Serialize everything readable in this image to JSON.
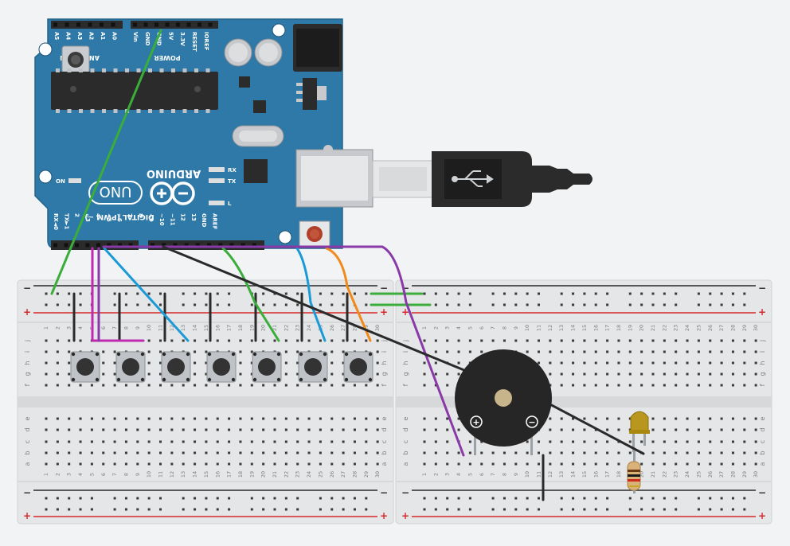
{
  "arduino": {
    "brand": "ARDUINO",
    "model": "UNO",
    "on_label": "ON",
    "tx_label": "TX",
    "rx_label": "RX",
    "l_label": "L",
    "analog_section": "ANALOG IN",
    "power_section": "POWER",
    "digital_section": "DIGITAL (PWM ~)",
    "analog_pins": [
      "A5",
      "A4",
      "A3",
      "A2",
      "A1",
      "A0"
    ],
    "power_pins": [
      "Vin",
      "GND",
      "GND",
      "5V",
      "3.3V",
      "RESET",
      "IOREF"
    ],
    "digital_pins": [
      "RX◄0",
      "TX►1",
      "2",
      "~3",
      "4",
      "~5",
      "~6",
      "7",
      "8",
      "~9",
      "~10",
      "~11",
      "12",
      "13",
      "GND",
      "AREF"
    ]
  },
  "breadboard": {
    "row_letters_top": [
      "j",
      "i",
      "h",
      "g",
      "f"
    ],
    "row_letters_bottom": [
      "e",
      "d",
      "c",
      "b",
      "a"
    ],
    "plus": "+",
    "minus": "−"
  },
  "components": {
    "buzzer_plus": "+",
    "buzzer_minus": "−"
  },
  "colors": {
    "board": "#2e79a8",
    "wire_green": "#3aad3a",
    "wire_blue": "#1a9ad6",
    "wire_orange": "#f08a1a",
    "wire_purple": "#8a3aa8",
    "wire_magenta": "#c02ab0",
    "wire_black": "#2a2a2a",
    "rail_red": "#d52a2a"
  }
}
